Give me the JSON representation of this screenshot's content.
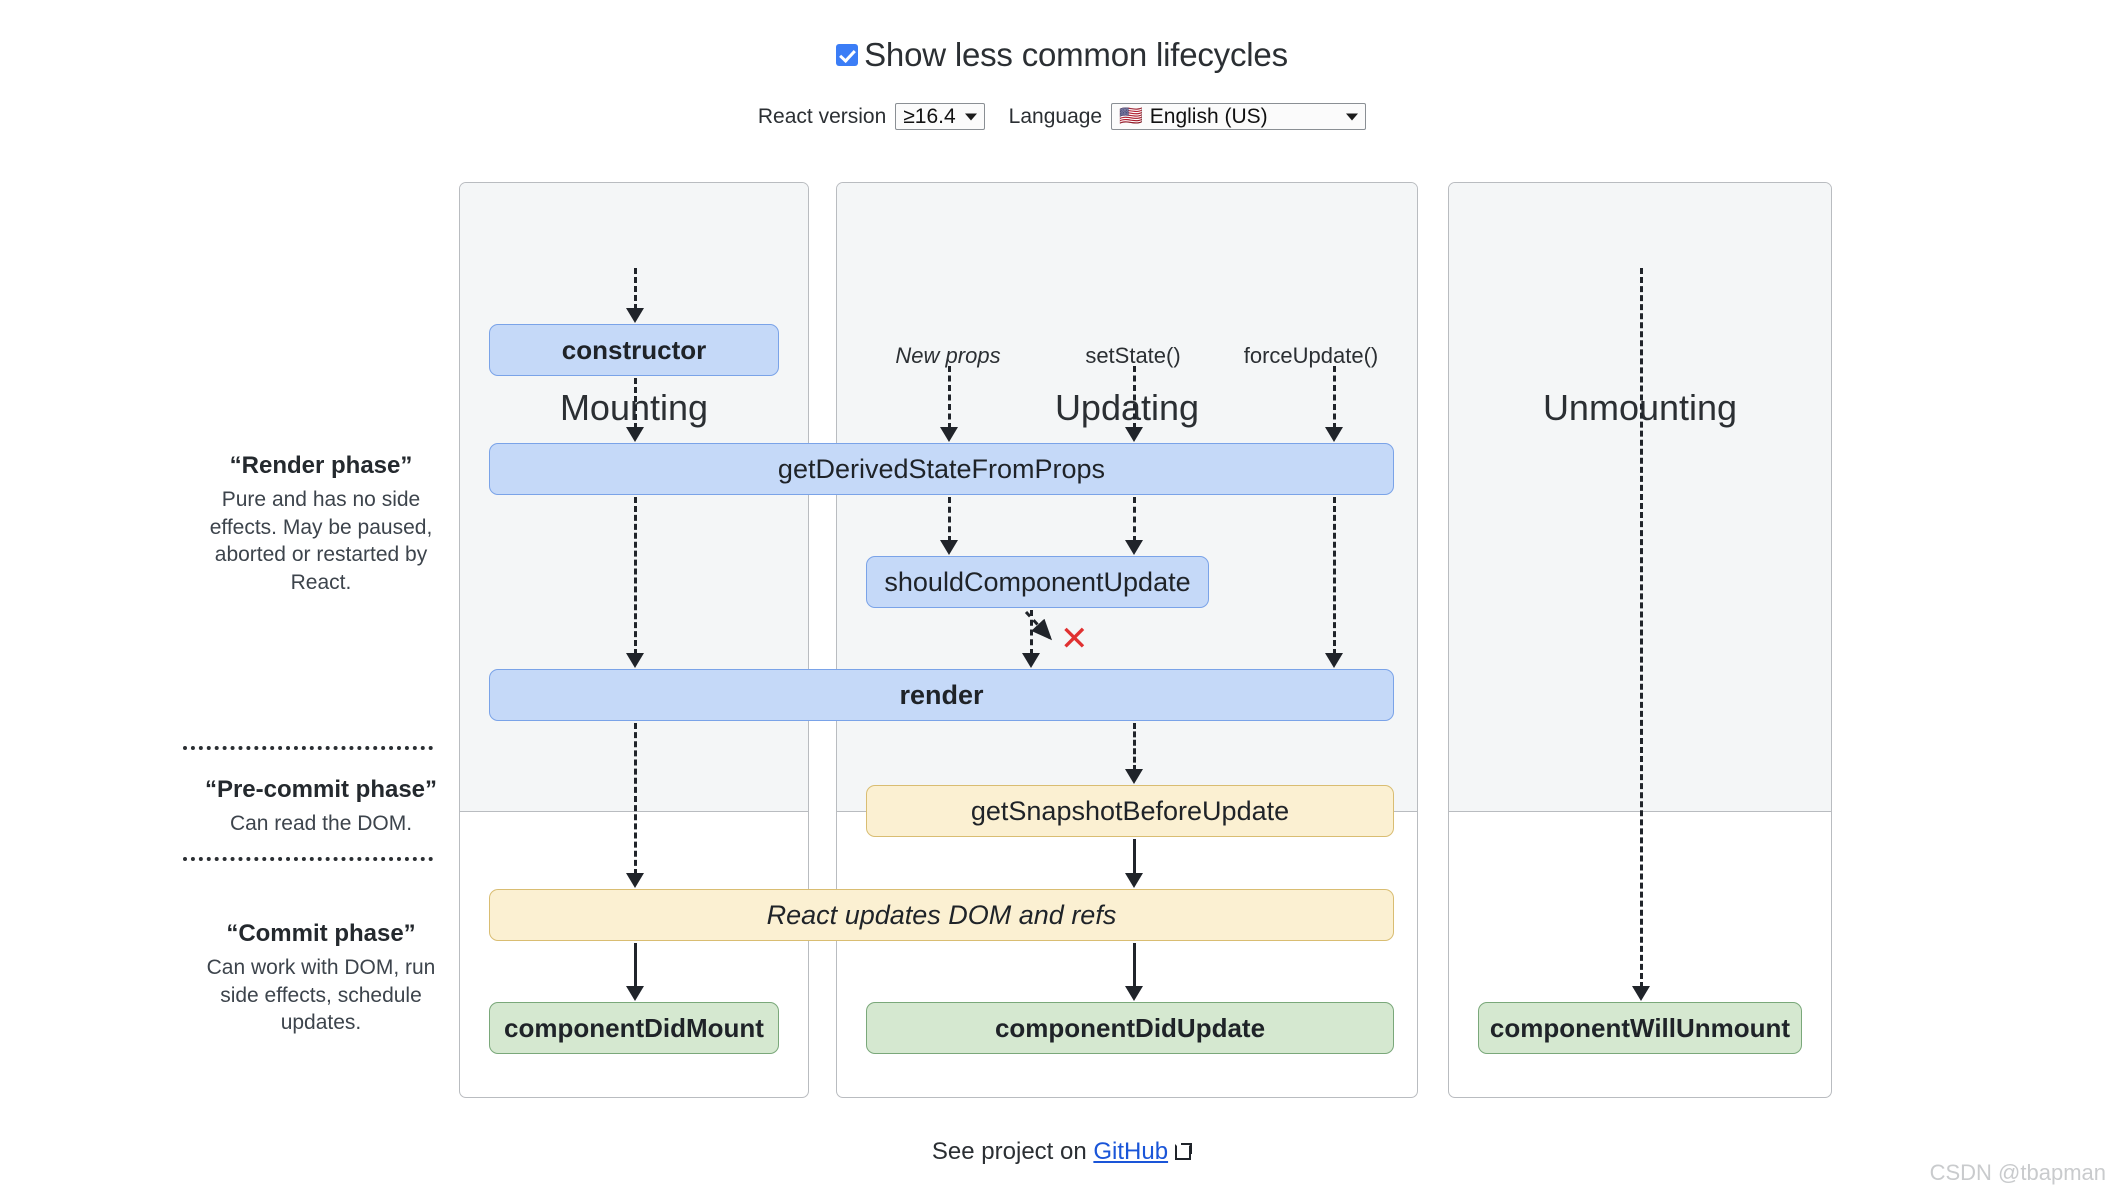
{
  "header": {
    "checkbox_label": "Show less common lifecycles",
    "checkbox_checked": true,
    "react_version_label": "React version",
    "react_version_value": "≥16.4",
    "language_label": "Language",
    "language_flag": "🇺🇸",
    "language_value": "English (US)"
  },
  "phases": [
    {
      "title": "“Render phase”",
      "description": "Pure and has no side effects. May be paused, aborted or restarted by React."
    },
    {
      "title": "“Pre-commit phase”",
      "description": "Can read the DOM."
    },
    {
      "title": "“Commit phase”",
      "description": "Can work with DOM, run side effects, schedule updates."
    }
  ],
  "columns": [
    {
      "title": "Mounting"
    },
    {
      "title": "Updating"
    },
    {
      "title": "Unmounting"
    }
  ],
  "triggers": [
    {
      "label": "New props"
    },
    {
      "label": "setState()"
    },
    {
      "label": "forceUpdate()"
    }
  ],
  "nodes": {
    "constructor": "constructor",
    "getDerivedStateFromProps": "getDerivedStateFromProps",
    "shouldComponentUpdate": "shouldComponentUpdate",
    "render": "render",
    "getSnapshotBeforeUpdate": "getSnapshotBeforeUpdate",
    "reactUpdatesDom": "React updates DOM and refs",
    "componentDidMount": "componentDidMount",
    "componentDidUpdate": "componentDidUpdate",
    "componentWillUnmount": "componentWillUnmount",
    "bailout_mark": "✕"
  },
  "colors": {
    "blue_fill": "#c5d9f8",
    "blue_border": "#7aa3e8",
    "yellow_fill": "#fbf0d2",
    "yellow_border": "#d9bd72",
    "green_fill": "#d5e8d0",
    "green_border": "#7aa87a",
    "panel_top_fill": "#f4f6f7",
    "accent_checkbox": "#3b7df6",
    "link": "#1a55d8",
    "bailout_red": "#e03131"
  },
  "footer": {
    "text_before": "See project on",
    "link_label": "GitHub",
    "watermark": "CSDN @tbapman"
  }
}
